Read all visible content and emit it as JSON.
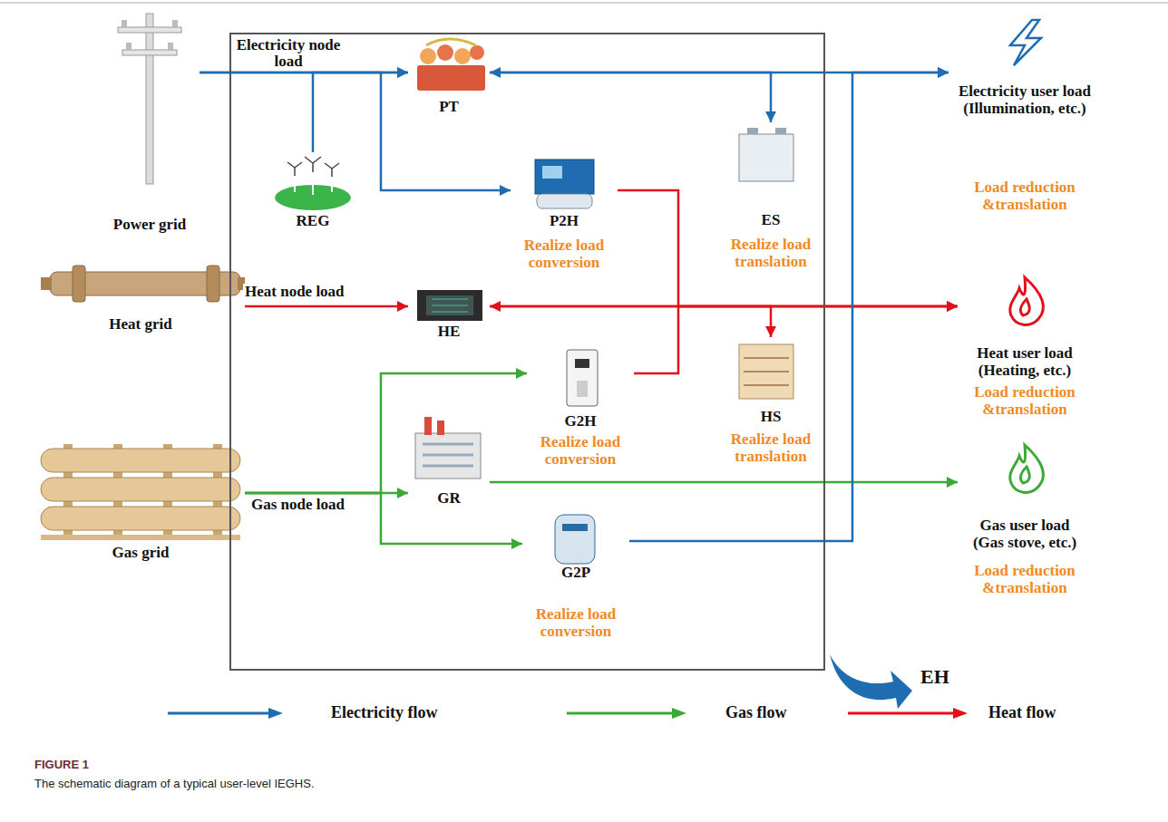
{
  "diagram": {
    "caption": "The schematic diagram of a typical user-level IEGHS.",
    "nodes": [
      {
        "text": [
          "EH"
        ]
      },
      {
        "text": [
          "Power grid"
        ]
      },
      {
        "text": [
          "Heat grid"
        ]
      },
      {
        "text": [
          "Gas grid"
        ]
      },
      {
        "text": [
          "REG"
        ],
        "in": 0
      },
      {
        "text": [
          "PT"
        ],
        "in": 0
      },
      {
        "text": [
          "P2H",
          "Realize load conversion"
        ],
        "in": 0
      },
      {
        "text": [
          "ES",
          "Realize load translation"
        ],
        "in": 0
      },
      {
        "text": [
          "HE"
        ],
        "in": 0
      },
      {
        "text": [
          "HS",
          "Realize load translation"
        ],
        "in": 0
      },
      {
        "text": [
          "G2H",
          "Realize load conversion"
        ],
        "in": 0
      },
      {
        "text": [
          "GR"
        ],
        "in": 0
      },
      {
        "text": [
          "G2P",
          "Realize load conversion"
        ],
        "in": 0
      },
      {
        "text": [
          "Electricity user load (Illumination, etc.)",
          "Load reduction &translation"
        ]
      },
      {
        "text": [
          "Heat user load (Heating, etc.)",
          "Load reduction &translation"
        ]
      },
      {
        "text": [
          "Gas user load (Gas stove, etc.)",
          "Load reduction &translation"
        ]
      }
    ],
    "edges": [
      {
        "from": 1,
        "to": 5,
        "arrow": "to",
        "label": "Electricity node load"
      },
      {
        "from": 1,
        "to": 6,
        "arrow": "to"
      },
      {
        "from": 4,
        "to": 5,
        "arrow": "to"
      },
      {
        "from": 5,
        "to": 13,
        "arrow": "to"
      },
      {
        "from": 7,
        "to": 5,
        "arrow": "both"
      },
      {
        "from": 6,
        "to": 14,
        "arrow": "to"
      },
      {
        "from": 2,
        "to": 8,
        "arrow": "to",
        "label": "Heat node load"
      },
      {
        "from": 8,
        "to": 14,
        "arrow": "to"
      },
      {
        "from": 9,
        "to": 8,
        "arrow": "both"
      },
      {
        "from": 10,
        "to": 14,
        "arrow": "to"
      },
      {
        "from": 3,
        "to": 11,
        "arrow": "to",
        "label": "Gas node load"
      },
      {
        "from": 3,
        "to": 10,
        "arrow": "to"
      },
      {
        "from": 3,
        "to": 12,
        "arrow": "to"
      },
      {
        "from": 11,
        "to": 15,
        "arrow": "to"
      },
      {
        "from": 12,
        "to": 13,
        "arrow": "to"
      }
    ],
    "labels": [
      "FIGURE 1"
    ],
    "legend": [
      {
        "text": "Electricity flow"
      },
      {
        "text": "Gas flow"
      },
      {
        "text": "Heat flow"
      }
    ]
  }
}
